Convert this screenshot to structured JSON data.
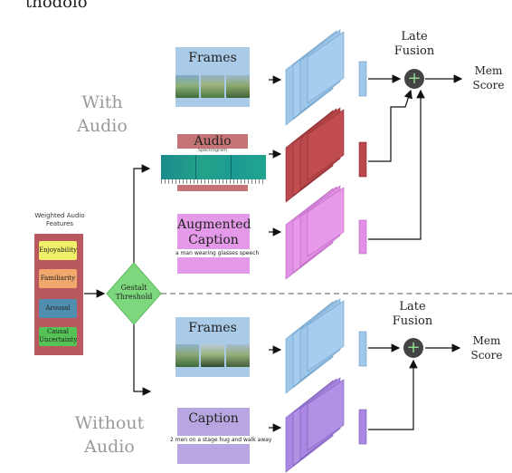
{
  "top_cut_title": "thodolo",
  "sections": {
    "with_audio": [
      "With",
      "Audio"
    ],
    "without_audio": [
      "Without",
      "Audio"
    ]
  },
  "weighted_audio_features": {
    "title_lines": [
      "Weighted Audio",
      "Features"
    ],
    "features": [
      {
        "label": "Enjoyability",
        "color": "#f2ef6a"
      },
      {
        "label": "Familiarity",
        "color": "#f2a86c"
      },
      {
        "label": "Arousal",
        "color": "#4f8eae"
      },
      {
        "label": "Causal Uncertainty",
        "color": "#55c255"
      }
    ]
  },
  "gestalt": {
    "lines": [
      "Gestalt",
      "Threshold"
    ],
    "color": "#7dd87d"
  },
  "top_branch": {
    "frames_label": "Frames",
    "audio_label": "Audio",
    "audio_spectrogram_text": "Spectrogram",
    "augmented_caption_lines": [
      "Augmented",
      "Caption"
    ],
    "augmented_caption_text": "a man wearing glasses speech",
    "late_fusion_lines": [
      "Late",
      "Fusion"
    ],
    "mem_score_lines": [
      "Mem",
      "Score"
    ],
    "plus_symbol": "+"
  },
  "bottom_branch": {
    "frames_label": "Frames",
    "caption_label": "Caption",
    "caption_text": "2 men on a stage hug and walk away",
    "late_fusion_lines": [
      "Late",
      "Fusion"
    ],
    "mem_score_lines": [
      "Mem",
      "Score"
    ],
    "plus_symbol": "+"
  },
  "colors": {
    "frames_encoder": "#9ec7ea",
    "audio_encoder": "#b9474b",
    "aug_caption_encoder": "#e28fe6",
    "caption_encoder": "#a987e3"
  }
}
